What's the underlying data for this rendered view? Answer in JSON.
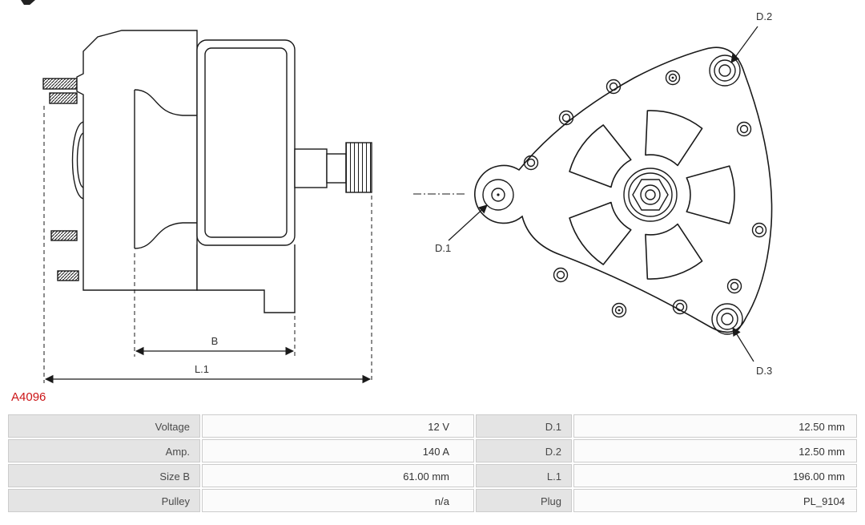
{
  "part_number": "A4096",
  "diagram": {
    "labels": {
      "d1": "D.1",
      "d2": "D.2",
      "d3": "D.3",
      "b": "B",
      "l1": "L.1"
    }
  },
  "table": {
    "rows": [
      {
        "label1": "Voltage",
        "value1": "12 V",
        "label2": "D.1",
        "value2": "12.50 mm"
      },
      {
        "label1": "Amp.",
        "value1": "140 A",
        "label2": "D.2",
        "value2": "12.50 mm"
      },
      {
        "label1": "Size B",
        "value1": "61.00 mm",
        "label2": "L.1",
        "value2": "196.00 mm"
      },
      {
        "label1": "Pulley",
        "value1": "n/a",
        "label2": "Plug",
        "value2": "PL_9104"
      }
    ]
  },
  "colors": {
    "part_number": "#cc1517",
    "table_label_bg": "#e4e4e4",
    "table_value_bg": "#fbfbfb",
    "table_border": "#cccccc",
    "line": "#1a1a1a"
  }
}
